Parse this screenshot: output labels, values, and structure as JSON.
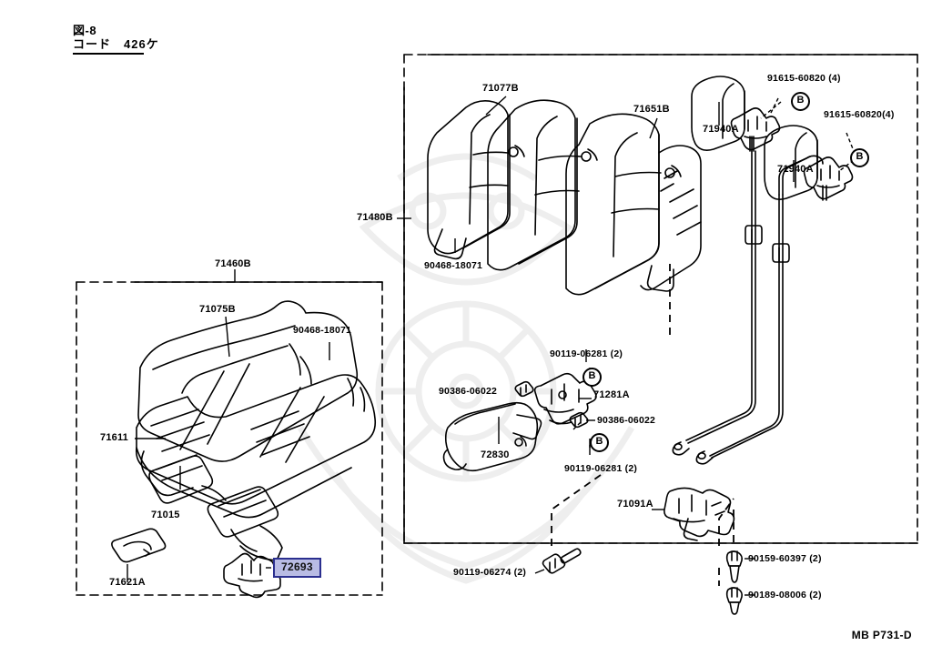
{
  "header": {
    "line1": "図-8",
    "line2": "コード　426ケ"
  },
  "footer": {
    "code": "MB P731-D"
  },
  "colors": {
    "ink": "#000000",
    "paper": "#ffffff",
    "watermark": "#f0f0f0",
    "highlight_fill": "#b9bce4",
    "highlight_border": "#2b2f8f"
  },
  "highlight": {
    "part_number": "72693"
  },
  "left_panel": {
    "assembly_label": "71460B",
    "labels": [
      {
        "text": "71075B"
      },
      {
        "text": "90468-18071"
      },
      {
        "text": "71611"
      },
      {
        "text": "71015"
      },
      {
        "text": "71621A"
      }
    ]
  },
  "right_panel": {
    "assembly_label": "71480B",
    "labels": [
      {
        "text": "71077B"
      },
      {
        "text": "71651B"
      },
      {
        "text": "91615-60820 (4)"
      },
      {
        "text": "91615-60820(4)"
      },
      {
        "text": "71940A"
      },
      {
        "text": "71940A"
      },
      {
        "text": "90468-18071"
      },
      {
        "text": "90119-06281 (2)"
      },
      {
        "text": "90386-06022"
      },
      {
        "text": "71281A"
      },
      {
        "text": "90386-06022"
      },
      {
        "text": "72830"
      },
      {
        "text": "90119-06281 (2)"
      },
      {
        "text": "71091A"
      }
    ]
  },
  "bottom_fasteners": [
    {
      "text": "90119-06274 (2)"
    },
    {
      "text": "90159-60397 (2)"
    },
    {
      "text": "90189-08006 (2)"
    }
  ],
  "callouts": {
    "bolt_marker": "B"
  }
}
